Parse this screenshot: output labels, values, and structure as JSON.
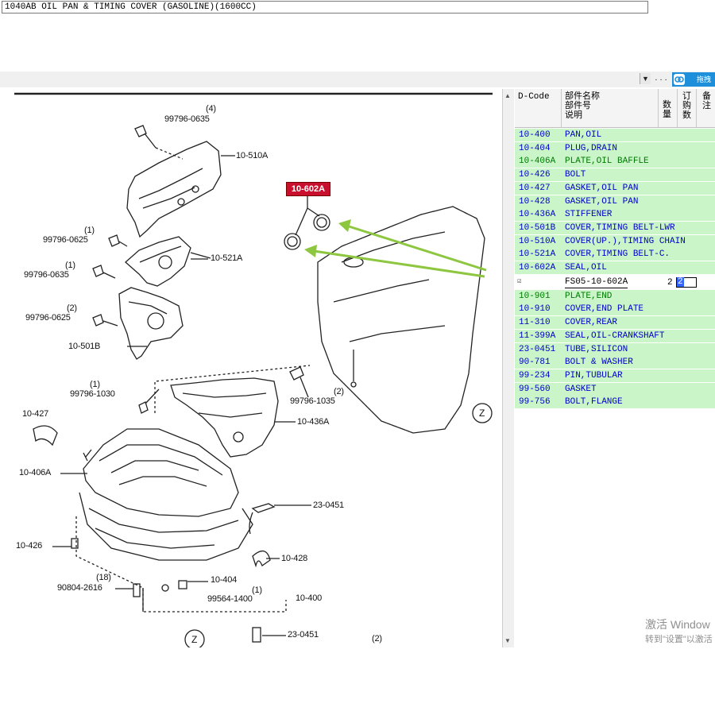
{
  "toolbar": {
    "model_title": "1040AB  OIL PAN & TIMING COVER (GASOLINE)(1600CC)",
    "dropdown_arrow": "▼",
    "browse_label": ". . .",
    "share_label": "拖拽"
  },
  "diagram": {
    "badge": "10-602A",
    "callouts": [
      {
        "id": "c1",
        "text": "(4)"
      },
      {
        "id": "c2",
        "text": "99796-0635"
      },
      {
        "id": "c3",
        "text": "10-510A"
      },
      {
        "id": "c4",
        "text": "(1)"
      },
      {
        "id": "c5",
        "text": "99796-0625"
      },
      {
        "id": "c6",
        "text": "10-521A"
      },
      {
        "id": "c7",
        "text": "(1)"
      },
      {
        "id": "c8",
        "text": "99796-0635"
      },
      {
        "id": "c9",
        "text": "(2)"
      },
      {
        "id": "c10",
        "text": "99796-0625"
      },
      {
        "id": "c11",
        "text": "10-501B"
      },
      {
        "id": "c12",
        "text": "(1)"
      },
      {
        "id": "c13",
        "text": "99796-1030"
      },
      {
        "id": "c14",
        "text": "99796-1035"
      },
      {
        "id": "c15",
        "text": "(2)"
      },
      {
        "id": "c16",
        "text": "10-436A"
      },
      {
        "id": "c17",
        "text": "10-427"
      },
      {
        "id": "c18",
        "text": "10-406A"
      },
      {
        "id": "c19",
        "text": "23-0451"
      },
      {
        "id": "c20",
        "text": "10-426"
      },
      {
        "id": "c21",
        "text": "10-428"
      },
      {
        "id": "c22",
        "text": "(18)"
      },
      {
        "id": "c23",
        "text": "90804-2616"
      },
      {
        "id": "c24",
        "text": "10-404"
      },
      {
        "id": "c25",
        "text": "(1)"
      },
      {
        "id": "c26",
        "text": "99564-1400"
      },
      {
        "id": "c27",
        "text": "10-400"
      },
      {
        "id": "c28",
        "text": "23-0451"
      },
      {
        "id": "c29",
        "text": "(2)"
      },
      {
        "id": "c30",
        "text": "Z"
      },
      {
        "id": "c31",
        "text": "Z"
      }
    ]
  },
  "parts_table": {
    "headers": {
      "dcode": "D-Code",
      "name_line1": "部件名称",
      "name_line2": "部件号",
      "name_line3": "说明",
      "qty": "数\n量",
      "order": "订\n购\n数",
      "extra": "备\n注"
    },
    "rows_top": [
      {
        "code": "10-400",
        "desc": "PAN,OIL",
        "highlight": false
      },
      {
        "code": "10-404",
        "desc": "PLUG,DRAIN",
        "highlight": false
      },
      {
        "code": "10-406A",
        "desc": "PLATE,OIL BAFFLE",
        "highlight": true
      },
      {
        "code": "10-426",
        "desc": "BOLT",
        "highlight": false
      },
      {
        "code": "10-427",
        "desc": "GASKET,OIL PAN",
        "highlight": false
      },
      {
        "code": "10-428",
        "desc": "GASKET,OIL PAN",
        "highlight": false
      },
      {
        "code": "10-436A",
        "desc": "STIFFENER",
        "highlight": false
      },
      {
        "code": "10-501B",
        "desc": "COVER,TIMING BELT-LWR",
        "highlight": false
      },
      {
        "code": "10-510A",
        "desc": "COVER(UP.),TIMING CHAIN",
        "highlight": false
      },
      {
        "code": "10-521A",
        "desc": "COVER,TIMING BELT-C.",
        "highlight": false
      },
      {
        "code": "10-602A",
        "desc": "SEAL,OIL",
        "highlight": false
      }
    ],
    "selected": {
      "checkbox": "☑",
      "part_number": "FS05-10-602A",
      "qty": "2",
      "order_qty": "2"
    },
    "rows_bottom": [
      {
        "code": "10-901",
        "desc": "PLATE,END",
        "highlight": true
      },
      {
        "code": "10-910",
        "desc": "COVER,END PLATE",
        "highlight": false
      },
      {
        "code": "11-310",
        "desc": "COVER,REAR",
        "highlight": false
      },
      {
        "code": "11-399A",
        "desc": "SEAL,OIL-CRANKSHAFT",
        "highlight": false
      },
      {
        "code": "23-0451",
        "desc": "TUBE,SILICON",
        "highlight": false
      },
      {
        "code": "90-781",
        "desc": "BOLT & WASHER",
        "highlight": false
      },
      {
        "code": "99-234",
        "desc": "PIN,TUBULAR",
        "highlight": false
      },
      {
        "code": "99-560",
        "desc": "GASKET",
        "highlight": false
      },
      {
        "code": "99-756",
        "desc": "BOLT,FLANGE",
        "highlight": false
      }
    ]
  },
  "watermark": {
    "line1": "激活 Window",
    "line2": "转到\"设置\"以激活"
  },
  "colors": {
    "row_bg": "#c9f5c9",
    "code_blue": "#0000c8",
    "code_green": "#007a00",
    "badge_red": "#c8102e",
    "arrow_green": "#8dc63f"
  }
}
